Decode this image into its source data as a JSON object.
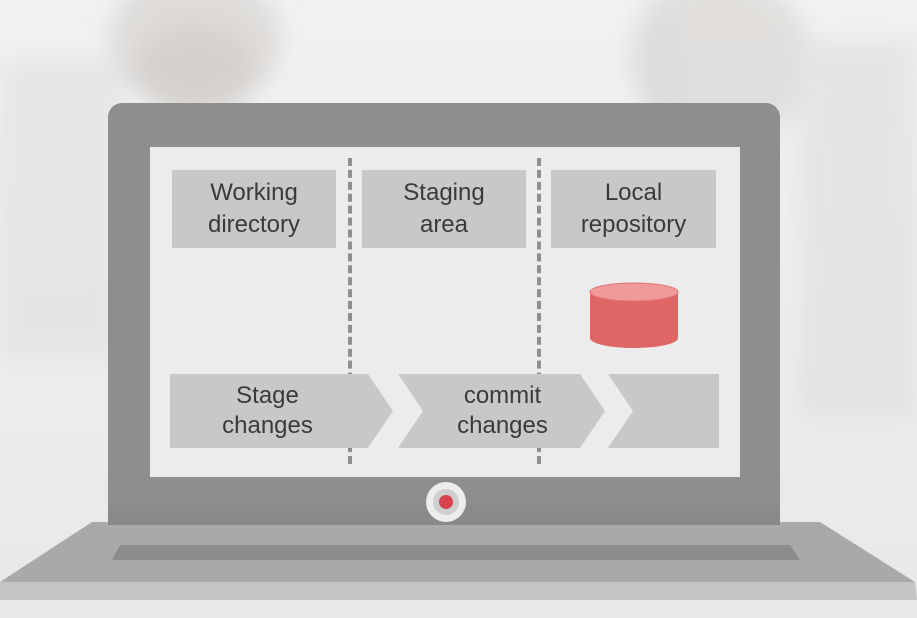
{
  "stages": [
    {
      "line1": "Working",
      "line2": "directory"
    },
    {
      "line1": "Staging",
      "line2": "area"
    },
    {
      "line1": "Local",
      "line2": "repository"
    }
  ],
  "flow": [
    {
      "line1": "Stage",
      "line2": "changes"
    },
    {
      "line1": "commit",
      "line2": "changes"
    }
  ],
  "colors": {
    "repository_icon": "#e06666",
    "webcam_dot": "#d9434d"
  },
  "icons": {
    "repository": "database-cylinder-icon",
    "webcam": "webcam-icon"
  }
}
